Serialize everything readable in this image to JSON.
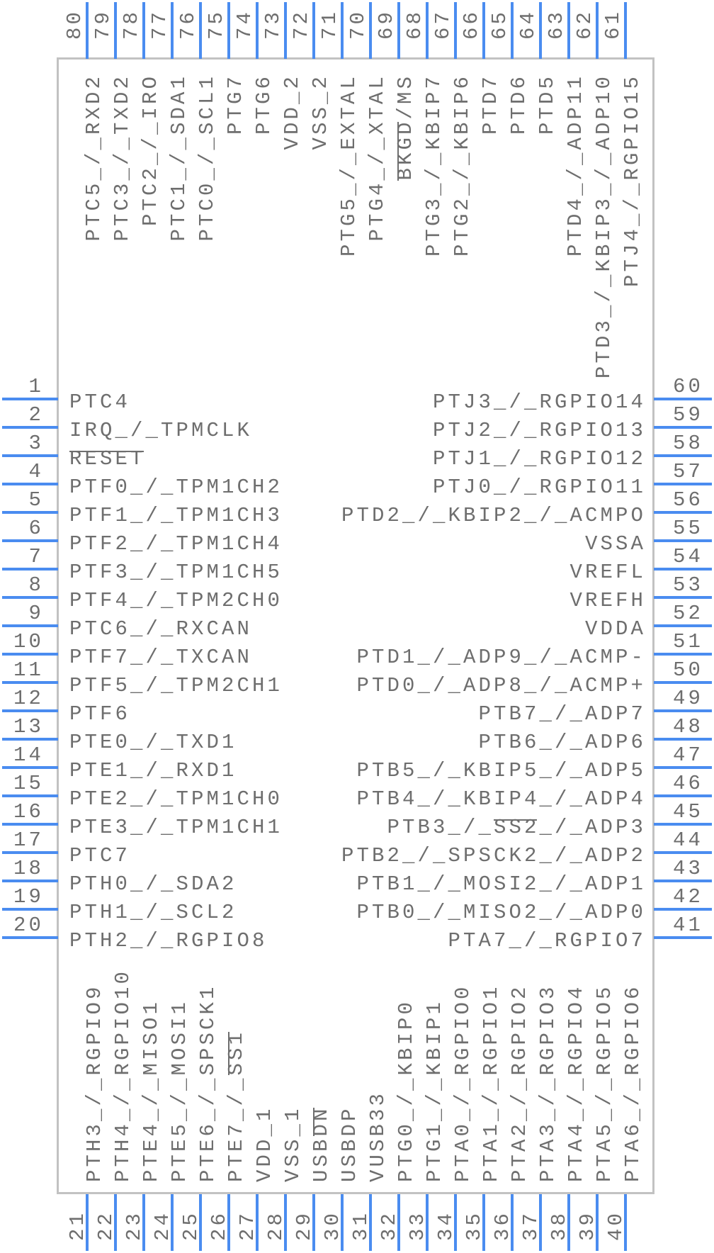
{
  "component": {
    "body_color": "#c2c2c2",
    "pin_color": "#4a8cf0",
    "text_color": "#6e6e6e"
  },
  "pins": {
    "left": [
      {
        "num": "1",
        "label": "PTC4"
      },
      {
        "num": "2",
        "label": "IRQ_/_TPMCLK"
      },
      {
        "num": "3",
        "label": "RESET",
        "overline": "RESET"
      },
      {
        "num": "4",
        "label": "PTF0_/_TPM1CH2"
      },
      {
        "num": "5",
        "label": "PTF1_/_TPM1CH3"
      },
      {
        "num": "6",
        "label": "PTF2_/_TPM1CH4"
      },
      {
        "num": "7",
        "label": "PTF3_/_TPM1CH5"
      },
      {
        "num": "8",
        "label": "PTF4_/_TPM2CH0"
      },
      {
        "num": "9",
        "label": "PTC6_/_RXCAN"
      },
      {
        "num": "10",
        "label": "PTF7_/_TXCAN"
      },
      {
        "num": "11",
        "label": "PTF5_/_TPM2CH1"
      },
      {
        "num": "12",
        "label": "PTF6"
      },
      {
        "num": "13",
        "label": "PTE0_/_TXD1"
      },
      {
        "num": "14",
        "label": "PTE1_/_RXD1"
      },
      {
        "num": "15",
        "label": "PTE2_/_TPM1CH0"
      },
      {
        "num": "16",
        "label": "PTE3_/_TPM1CH1"
      },
      {
        "num": "17",
        "label": "PTC7"
      },
      {
        "num": "18",
        "label": "PTH0_/_SDA2"
      },
      {
        "num": "19",
        "label": "PTH1_/_SCL2"
      },
      {
        "num": "20",
        "label": "PTH2_/_RGPIO8"
      }
    ],
    "bottom": [
      {
        "num": "21",
        "label": "PTH3_/_RGPIO9"
      },
      {
        "num": "22",
        "label": "PTH4_/_RGPIO10"
      },
      {
        "num": "23",
        "label": "PTE4_/_MISO1"
      },
      {
        "num": "24",
        "label": "PTE5_/_MOSI1"
      },
      {
        "num": "25",
        "label": "PTE6_/_SPSCK1"
      },
      {
        "num": "26",
        "label": "PTE7_/_SS1",
        "overline": "SS1"
      },
      {
        "num": "27",
        "label": "VDD_1"
      },
      {
        "num": "28",
        "label": "VSS_1"
      },
      {
        "num": "29",
        "label": "USBDN",
        "overline": "DN"
      },
      {
        "num": "30",
        "label": "USBDP"
      },
      {
        "num": "31",
        "label": "VUSB33"
      },
      {
        "num": "32",
        "label": "PTG0_/_KBIP0"
      },
      {
        "num": "33",
        "label": "PTG1_/_KBIP1"
      },
      {
        "num": "34",
        "label": "PTA0_/_RGPIO0"
      },
      {
        "num": "35",
        "label": "PTA1_/_RGPIO1"
      },
      {
        "num": "36",
        "label": "PTA2_/_RGPIO2"
      },
      {
        "num": "37",
        "label": "PTA3_/_RGPIO3"
      },
      {
        "num": "38",
        "label": "PTA4_/_RGPIO4"
      },
      {
        "num": "39",
        "label": "PTA5_/_RGPIO5"
      },
      {
        "num": "40",
        "label": "PTA6_/_RGPIO6"
      }
    ],
    "right": [
      {
        "num": "60",
        "label": "PTJ3_/_RGPIO14"
      },
      {
        "num": "59",
        "label": "PTJ2_/_RGPIO13"
      },
      {
        "num": "58",
        "label": "PTJ1_/_RGPIO12"
      },
      {
        "num": "57",
        "label": "PTJ0_/_RGPIO11"
      },
      {
        "num": "56",
        "label": "PTD2_/_KBIP2_/_ACMPO"
      },
      {
        "num": "55",
        "label": "VSSA"
      },
      {
        "num": "54",
        "label": "VREFL"
      },
      {
        "num": "53",
        "label": "VREFH"
      },
      {
        "num": "52",
        "label": "VDDA"
      },
      {
        "num": "51",
        "label": "PTD1_/_ADP9_/_ACMP-"
      },
      {
        "num": "50",
        "label": "PTD0_/_ADP8_/_ACMP+"
      },
      {
        "num": "49",
        "label": "PTB7_/_ADP7"
      },
      {
        "num": "48",
        "label": "PTB6_/_ADP6"
      },
      {
        "num": "47",
        "label": "PTB5_/_KBIP5_/_ADP5"
      },
      {
        "num": "46",
        "label": "PTB4_/_KBIP4_/_ADP4"
      },
      {
        "num": "45",
        "label": "PTB3_/_SS2_/_ADP3",
        "overline": "SS2"
      },
      {
        "num": "44",
        "label": "PTB2_/_SPSCK2_/_ADP2"
      },
      {
        "num": "43",
        "label": "PTB1_/_MOSI2_/_ADP1"
      },
      {
        "num": "42",
        "label": "PTB0_/_MISO2_/_ADP0"
      },
      {
        "num": "41",
        "label": "PTA7_/_RGPIO7"
      }
    ],
    "top": [
      {
        "num": "80",
        "label": "PTC5_/_RXD2"
      },
      {
        "num": "79",
        "label": "PTC3_/_TXD2"
      },
      {
        "num": "78",
        "label": "PTC2_/_IRO"
      },
      {
        "num": "77",
        "label": "PTC1_/_SDA1"
      },
      {
        "num": "76",
        "label": "PTC0_/_SCL1"
      },
      {
        "num": "75",
        "label": "PTG7"
      },
      {
        "num": "74",
        "label": "PTG6"
      },
      {
        "num": "73",
        "label": "VDD_2"
      },
      {
        "num": "72",
        "label": "VSS_2"
      },
      {
        "num": "71",
        "label": "PTG5_/_EXTAL"
      },
      {
        "num": "70",
        "label": "PTG4_/_XTAL"
      },
      {
        "num": "69",
        "label": "BKGD/MS",
        "overline": "BKGD"
      },
      {
        "num": "68",
        "label": "PTG3_/_KBIP7"
      },
      {
        "num": "67",
        "label": "PTG2_/_KBIP6"
      },
      {
        "num": "66",
        "label": "PTD7"
      },
      {
        "num": "65",
        "label": "PTD6"
      },
      {
        "num": "64",
        "label": "PTD5"
      },
      {
        "num": "63",
        "label": "PTD4_/_ADP11"
      },
      {
        "num": "62",
        "label": "PTD3_/_KBIP3_/_ADP10"
      },
      {
        "num": "61",
        "label": "PTJ4_/_RGPIO15"
      }
    ]
  }
}
